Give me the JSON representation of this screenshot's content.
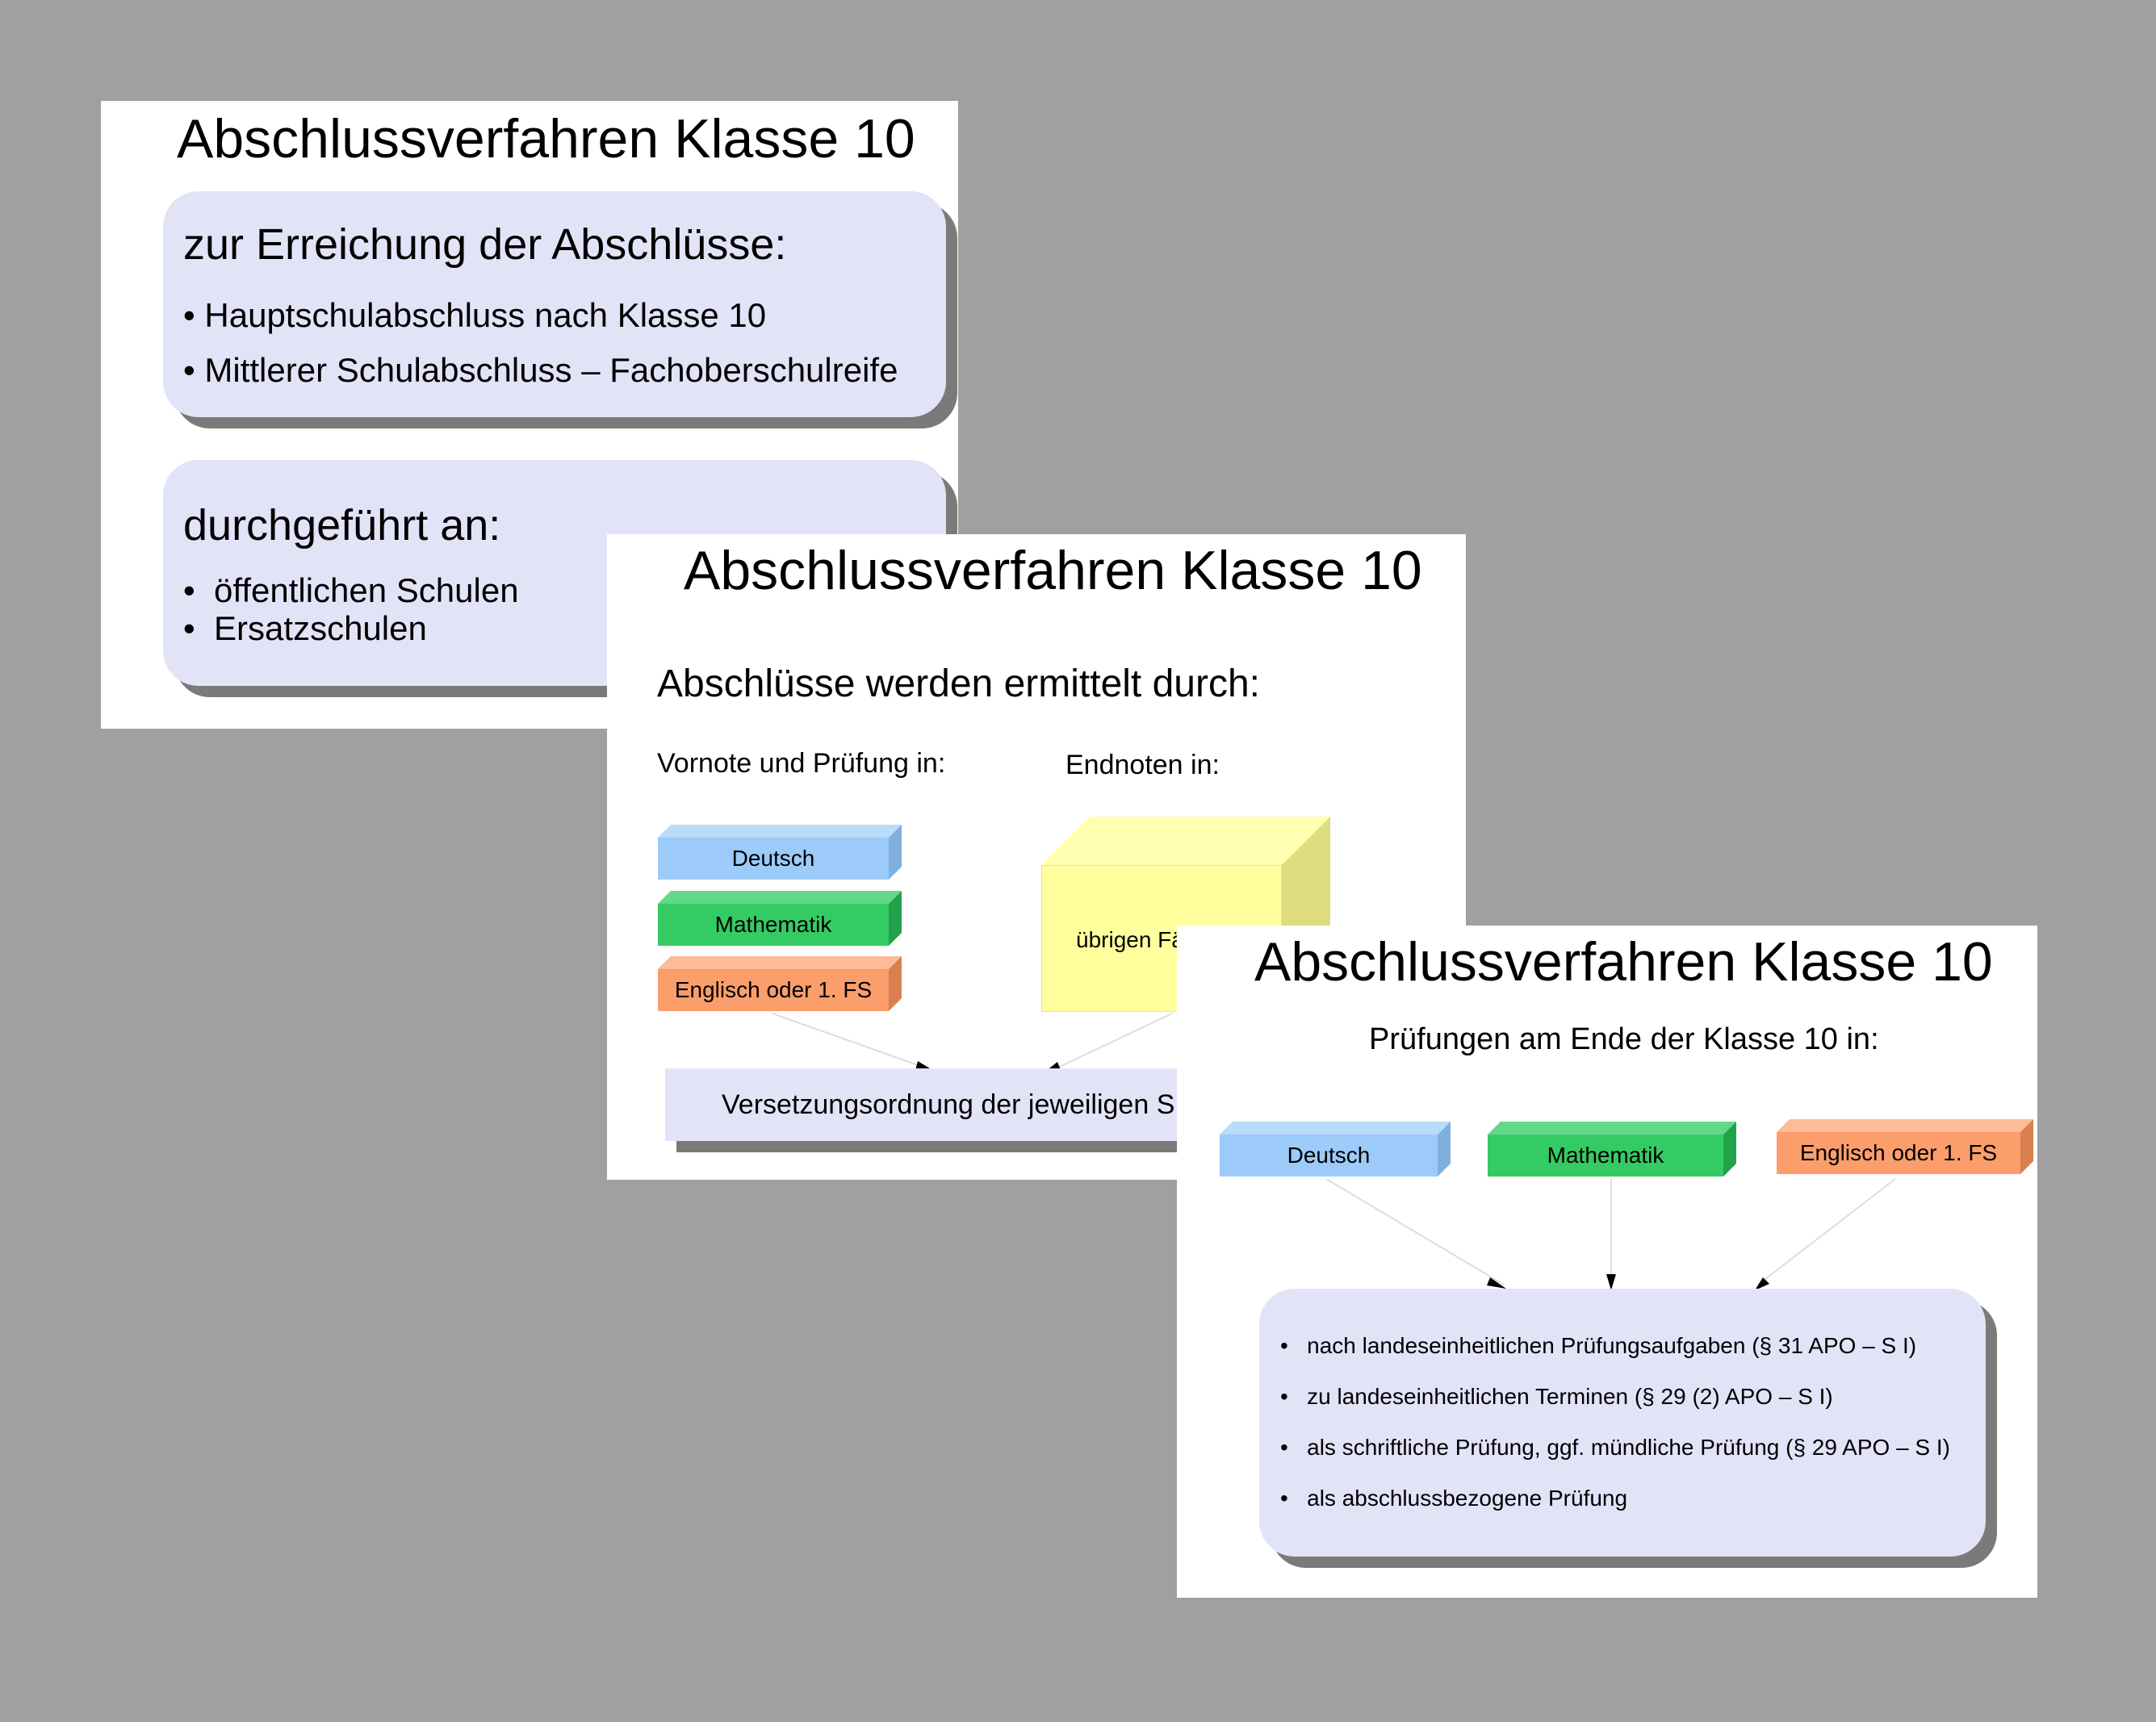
{
  "slide1": {
    "title": "Abschlussverfahren Klasse 10",
    "box1": {
      "heading": "zur Erreichung der Abschlüsse:",
      "items": [
        "Hauptschulabschluss nach Klasse 10",
        "Mittlerer Schulabschluss – Fachoberschulreife"
      ]
    },
    "box2": {
      "heading": "durchgeführt an:",
      "items": [
        "öffentlichen Schulen",
        "Ersatzschulen"
      ]
    }
  },
  "slide2": {
    "title": "Abschlussverfahren Klasse 10",
    "heading": "Abschlüsse werden ermittelt durch:",
    "left_label": "Vornote und Prüfung in:",
    "right_label": "Endnoten in:",
    "subjects": [
      "Deutsch",
      "Mathematik",
      "Englisch oder 1. FS"
    ],
    "other_subjects": "übrigen Fä",
    "result": "Versetzungsordnung der jeweiligen S"
  },
  "slide3": {
    "title": "Abschlussverfahren Klasse 10",
    "subtitle": "Prüfungen am Ende der Klasse 10 in:",
    "subjects": [
      "Deutsch",
      "Mathematik",
      "Englisch oder 1. FS"
    ],
    "items": [
      "nach landeseinheitlichen Prüfungsaufgaben (§ 31 APO – S I)",
      "zu landeseinheitlichen Terminen (§ 29 (2) APO – S I)",
      "als schriftliche Prüfung, ggf. mündliche Prüfung (§ 29 APO – S I)",
      "als abschlussbezogene Prüfung"
    ]
  },
  "colors": {
    "background": "#a0a0a0",
    "box_fill": "#e3e3f8",
    "deutsch": "#9ccbf9",
    "mathematik": "#35cb64",
    "englisch": "#fb9e6c",
    "yellow": "#ffff9e"
  }
}
